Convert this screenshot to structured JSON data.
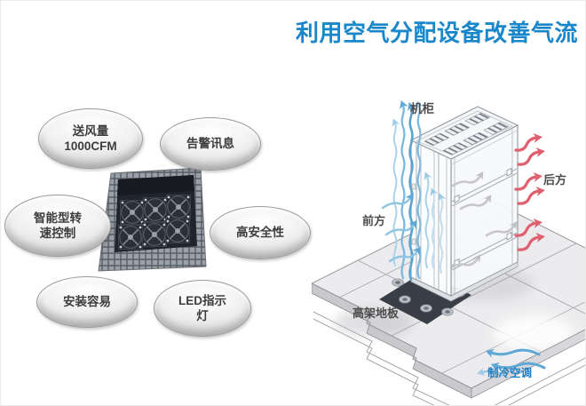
{
  "title": "利用空气分配设备改善气流",
  "features": [
    {
      "id": "airflow",
      "label": "送风量\n1000CFM"
    },
    {
      "id": "alarm",
      "label": "告警讯息"
    },
    {
      "id": "speed_control",
      "label": "智能型转\n速控制"
    },
    {
      "id": "safety",
      "label": "高安全性"
    },
    {
      "id": "install",
      "label": "安装容易"
    },
    {
      "id": "led",
      "label": "LED指示\n灯"
    }
  ],
  "diagram": {
    "cabinet": "机柜",
    "front": "前方",
    "rear": "后方",
    "raised_floor": "高架地板",
    "cooling": "制冷空调"
  },
  "icons": {
    "fan_tile_photo": "floor-fan-tile-with-six-fans",
    "cool_air": "wavy-blue-up-arrows",
    "hot_air": "curved-red-exhaust-arrows",
    "cooling_intake": "curved-blue-left-arrows"
  },
  "colors": {
    "title_blue": "#1a87ca",
    "cool_air_blue": "#5fa8d6",
    "hot_air_red": "#e0606f",
    "label_gray": "#4b4b4b",
    "cooling_label_blue": "#1f7ec4"
  }
}
